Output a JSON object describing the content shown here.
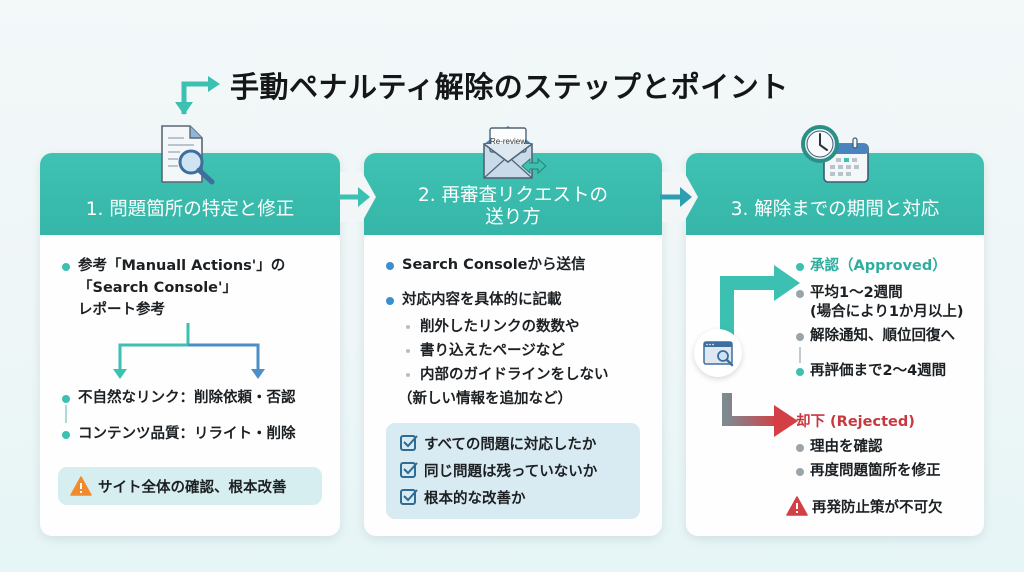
{
  "title": "手動ペナルティ解除のステップとポイント",
  "colors": {
    "teal": "#3cc0b2",
    "blue": "#3c8fcf",
    "orange": "#f08a2c",
    "red": "#c7383f",
    "gray": "#9aa4ab"
  },
  "steps": [
    {
      "heading": "1. 問題箇所の特定と修正",
      "icon": "document-search-icon",
      "items": [
        {
          "lines": [
            "参考「Manuall Actions'」の",
            "「Search Console'」",
            "レポート参考"
          ]
        },
        {
          "text": "不自然なリンク：削除依頼・否認"
        },
        {
          "text": "コンテンツ品質：リライト・削除"
        }
      ],
      "warning": "サイト全体の確認、根本改善"
    },
    {
      "heading_line1": "2. 再審査リクエストの",
      "heading_line2": "送り方",
      "icon": "envelope-icon",
      "icon_label": "Re-review",
      "items": [
        {
          "text": "Search Consoleから送信"
        },
        {
          "text": "対応内容を具体的に記載"
        }
      ],
      "subitems": [
        "削外したリンクの数数や",
        "書り込えたページなど",
        "内部のガイドラインをしない"
      ],
      "note": "（新しい情報を追加など）",
      "checklist": [
        "すべての問題に対応したか",
        "同じ問題は残っていないか",
        "根本的な改善か"
      ]
    },
    {
      "heading": "3. 解除までの期間と対応",
      "icon": "clock-calendar-icon",
      "approved": {
        "label": "承認（Approved）",
        "items": [
          {
            "lines": [
              "平均1〜2週間",
              "(場合により1か月以上)"
            ]
          },
          {
            "text": "解除通知、順位回復へ"
          },
          {
            "text": "再評価まで2〜4週間"
          }
        ]
      },
      "rejected": {
        "label": "却下 (Rejected)",
        "items": [
          "理由を確認",
          "再度問題箇所を修正"
        ]
      },
      "warning": "再発防止策が不可欠"
    }
  ]
}
